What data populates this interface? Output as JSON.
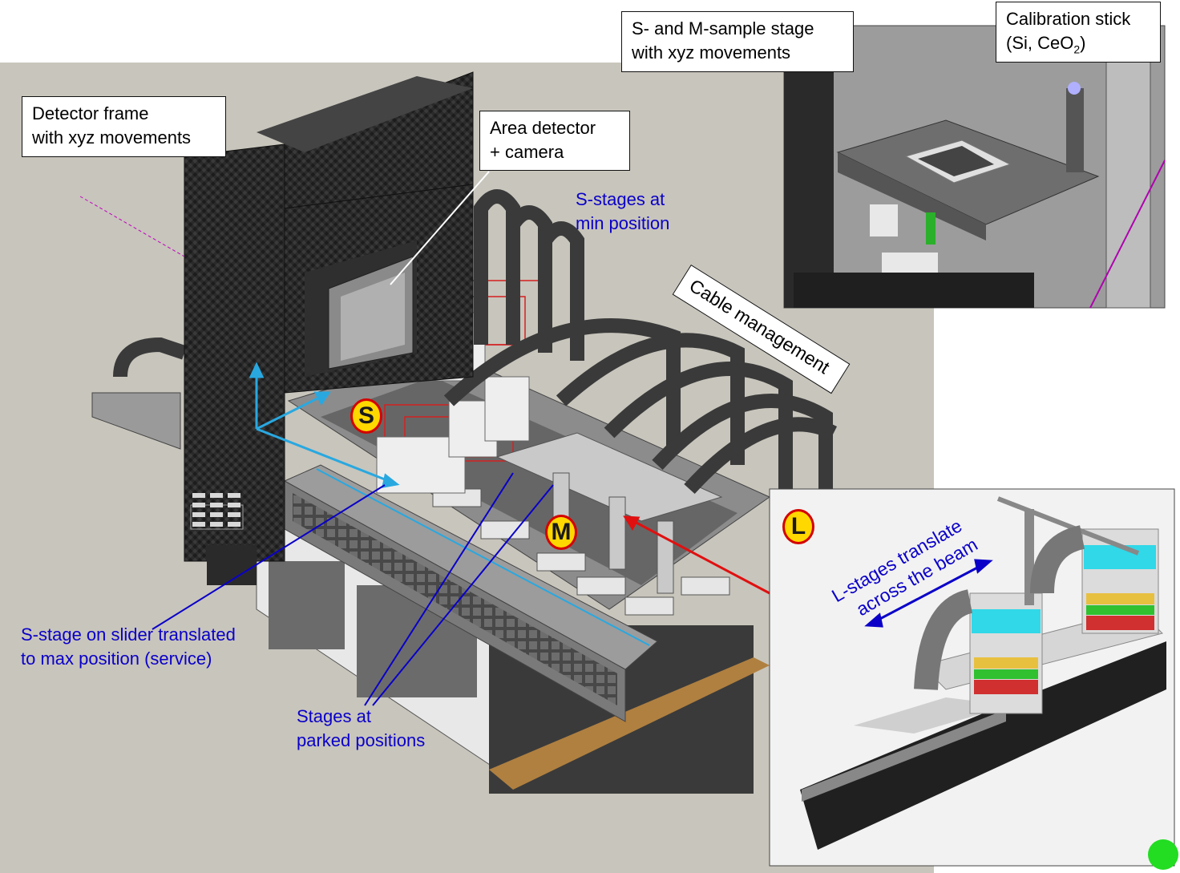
{
  "callouts": {
    "detector_frame": [
      "Detector frame",
      "with xyz movements"
    ],
    "area_detector": [
      "Area detector",
      "+ camera"
    ],
    "sample_stage": [
      "S- and M-sample stage",
      "with xyz movements"
    ],
    "calibration_stick": {
      "line1": "Calibration stick",
      "line2_prefix": "(Si, CeO",
      "line2_sub": "2",
      "line2_suffix": ")"
    },
    "cable_management": "Cable management"
  },
  "labels": {
    "s_stages_min": [
      "S-stages at",
      "min position"
    ],
    "s_stage_slider": [
      "S-stage on slider translated",
      "to max position (service)"
    ],
    "stages_parked": [
      "Stages at",
      "parked positions"
    ],
    "l_stages_translate": [
      "L-stages translate",
      "across the beam"
    ]
  },
  "badges": {
    "s": "S",
    "m": "M",
    "l": "L"
  },
  "colors": {
    "label_blue": "#0a00c8",
    "badge_fill": "#ffd800",
    "badge_ring": "#d40000",
    "arrow_cyan": "#29a8e0",
    "arrow_red": "#e01010",
    "status_dot": "#22dd22"
  }
}
